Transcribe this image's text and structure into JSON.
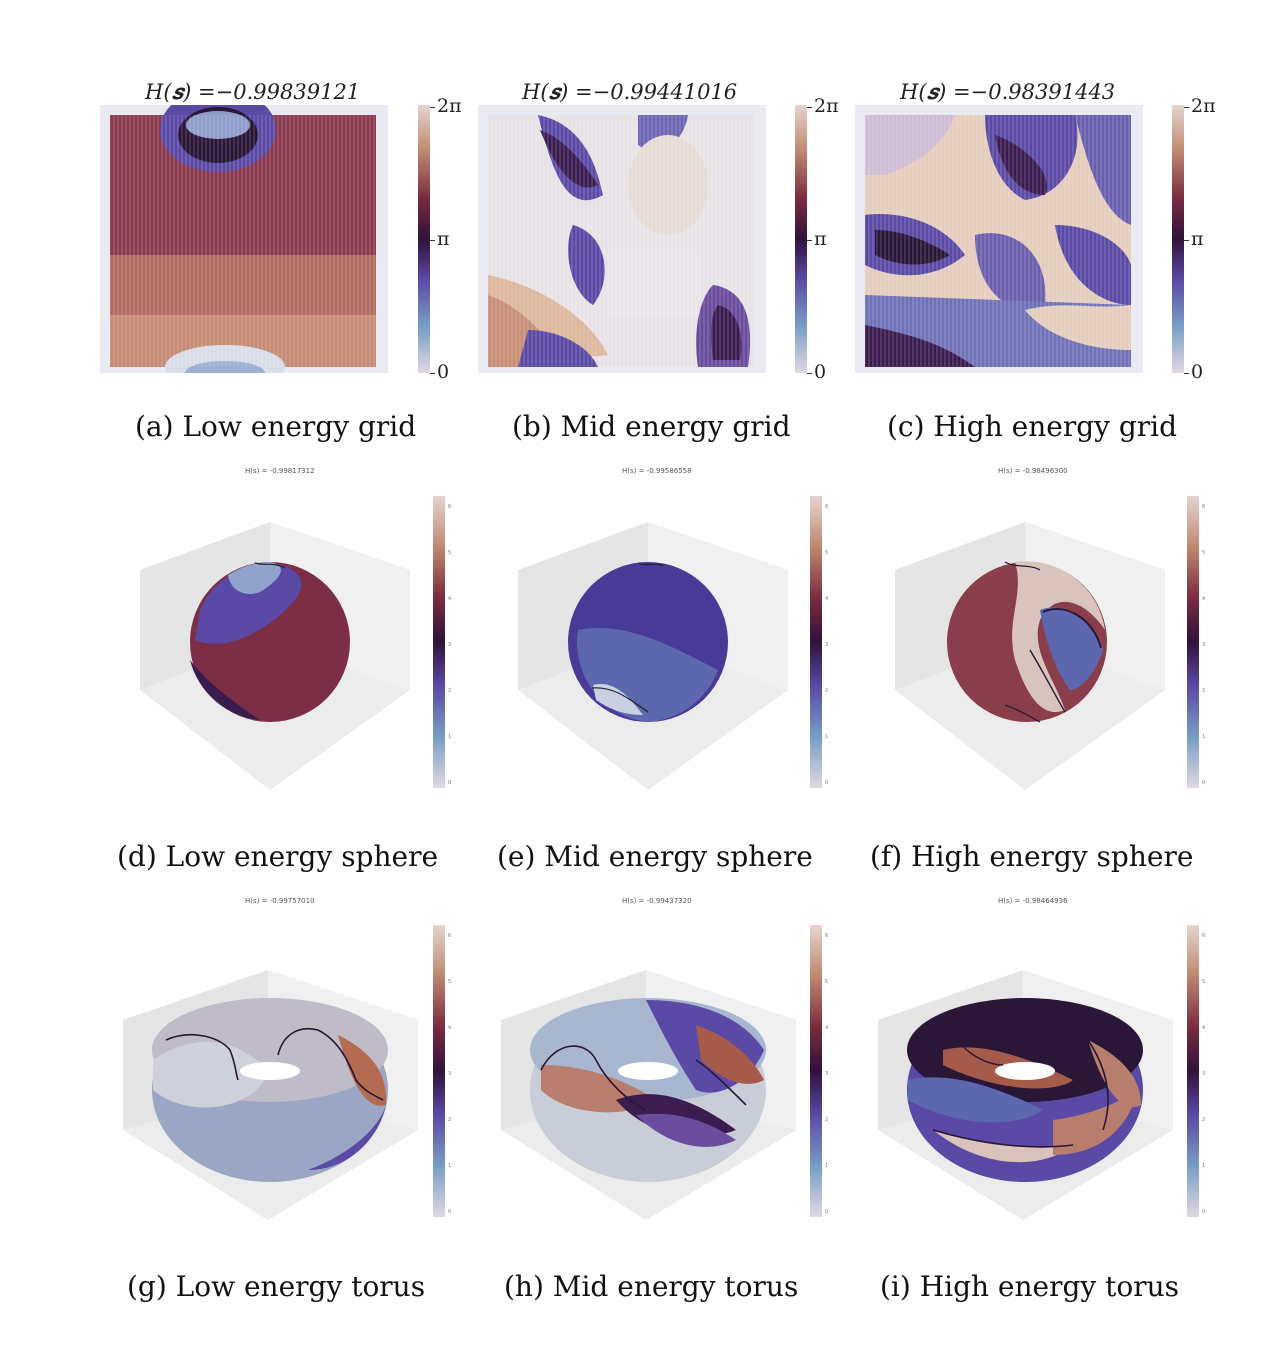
{
  "grid_panels": [
    {
      "id": "a",
      "h_label": "H(𝒔) =−0.99839121",
      "caption": "(a) Low energy grid",
      "ticks": [
        "2π",
        "π",
        "0"
      ]
    },
    {
      "id": "b",
      "h_label": "H(𝒔) =−0.99441016",
      "caption": "(b) Mid energy grid",
      "ticks": [
        "2π",
        "π",
        "0"
      ]
    },
    {
      "id": "c",
      "h_label": "H(𝒔) =−0.98391443",
      "caption": "(c) High energy grid",
      "ticks": [
        "2π",
        "π",
        "0"
      ]
    }
  ],
  "sphere_panels": [
    {
      "id": "d",
      "h_label": "H(s) = -0.99817312",
      "caption": "(d) Low energy sphere"
    },
    {
      "id": "e",
      "h_label": "H(s) = -0.99586558",
      "caption": "(e) Mid energy sphere"
    },
    {
      "id": "f",
      "h_label": "H(s) = -0.98496300",
      "caption": "(f) High energy sphere"
    }
  ],
  "torus_panels": [
    {
      "id": "g",
      "h_label": "H(s) = -0.99757010",
      "caption": "(g) Low energy torus"
    },
    {
      "id": "h",
      "h_label": "H(s) = -0.99437320",
      "caption": "(h) Mid energy torus"
    },
    {
      "id": "i",
      "h_label": "H(s) = -0.98464936",
      "caption": "(i) High energy torus"
    }
  ],
  "small_colorbar_ticks": [
    "6",
    "5",
    "4",
    "3",
    "2",
    "1",
    "0"
  ],
  "colors": {
    "low": "#e1d8e1",
    "mid_blue": "#5b49a6",
    "mid": "#30123b",
    "mid_red": "#7a2b3e",
    "high": "#e5d4cf"
  }
}
